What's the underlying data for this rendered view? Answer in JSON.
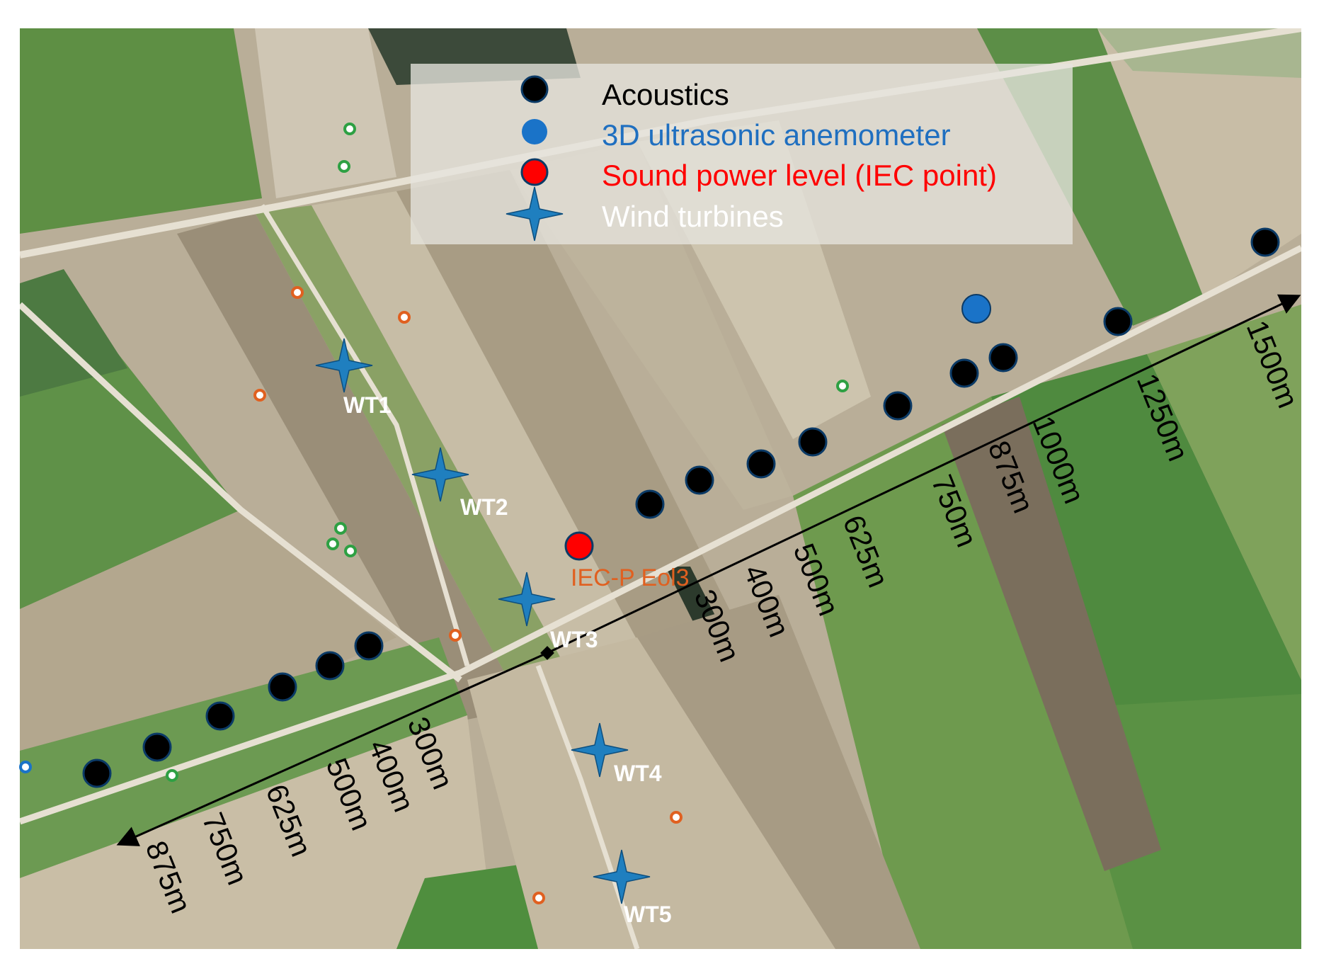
{
  "legend": {
    "items": [
      {
        "label": "Acoustics",
        "color": "#000000",
        "text_color": "#000000",
        "marker": "dot-black"
      },
      {
        "label": "3D ultrasonic anemometer",
        "color": "#1a73c8",
        "text_color": "#1f6fc0",
        "marker": "dot-blue"
      },
      {
        "label": "Sound power level (IEC point)",
        "color": "#ff0000",
        "text_color": "#ff0000",
        "marker": "dot-red"
      },
      {
        "label": "Wind turbines",
        "color": "#1f7fbf",
        "text_color": "#ffffff",
        "marker": "star-icon"
      }
    ]
  },
  "turbines": [
    {
      "label": "WT1"
    },
    {
      "label": "WT2"
    },
    {
      "label": "WT3"
    },
    {
      "label": "WT4"
    },
    {
      "label": "WT5"
    }
  ],
  "iec_point": {
    "label": "IEC-P Eol3",
    "color": "#ff0000",
    "text_color": "#e06020"
  },
  "axis_upper": {
    "labels": [
      "300m",
      "400m",
      "500m",
      "625m",
      "750m",
      "875m",
      "1000m",
      "1250m",
      "1500m"
    ]
  },
  "axis_lower": {
    "labels": [
      "300m",
      "400m",
      "500m",
      "625m",
      "750m",
      "875m"
    ]
  },
  "colors": {
    "acoustic": "#000000",
    "acoustic_ring": "#0b3a66",
    "anemometer": "#1a73c8",
    "turbine": "#1f7fbf",
    "small_marker_green": "#2ea043",
    "small_marker_orange": "#e06020"
  }
}
